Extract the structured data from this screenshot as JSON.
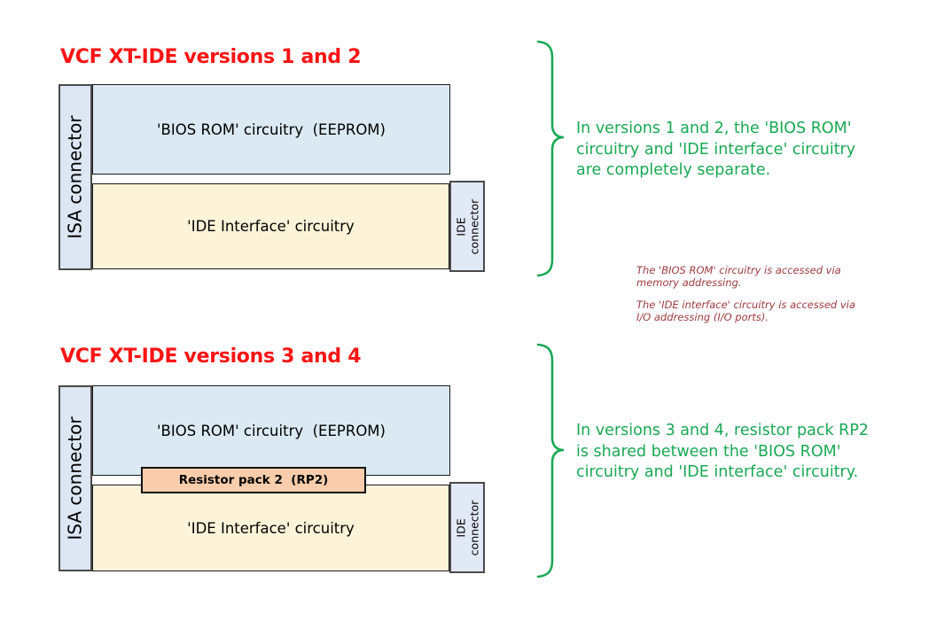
{
  "colors": {
    "title_red": "#fb1414",
    "annotation_green": "#1aa854",
    "note_dark_red": "#9e3a3e",
    "isa_connector_fill": "#dde6f3",
    "ide_connector_fill": "#e2e9f6",
    "bios_box_fill": "#dbeaf2",
    "ide_box_fill": "#fcf3d8",
    "resistor_box_fill": "#f9cdab",
    "connector_border": "#4a4a4a",
    "box_border": "#1a1a1a"
  },
  "diagrams": [
    {
      "title": "VCF XT-IDE versions 1 and 2",
      "isa_connector": "ISA connector",
      "bios_box": "'BIOS ROM' circuitry  (EEPROM)",
      "ide_box": "'IDE Interface' circuitry",
      "ide_connector": "IDE\nconnector",
      "annotation": "In versions 1 and 2, the 'BIOS ROM'\ncircuitry and 'IDE interface' circuitry\nare completely separate."
    },
    {
      "title": "VCF XT-IDE versions 3 and 4",
      "isa_connector": "ISA connector",
      "bios_box": "'BIOS ROM' circuitry  (EEPROM)",
      "resistor_box": "Resistor pack 2  (RP2)",
      "ide_box": "'IDE Interface' circuitry",
      "ide_connector": "IDE\nconnector",
      "annotation": "In versions 3 and 4, resistor pack RP2\nis shared between the 'BIOS ROM'\ncircuitry and 'IDE interface' circuitry."
    }
  ],
  "notes": [
    "The 'BIOS ROM' circuitry is accessed via\nmemory addressing.",
    "The 'IDE interface' circuitry is accessed via\nI/O addressing (I/O ports)."
  ]
}
